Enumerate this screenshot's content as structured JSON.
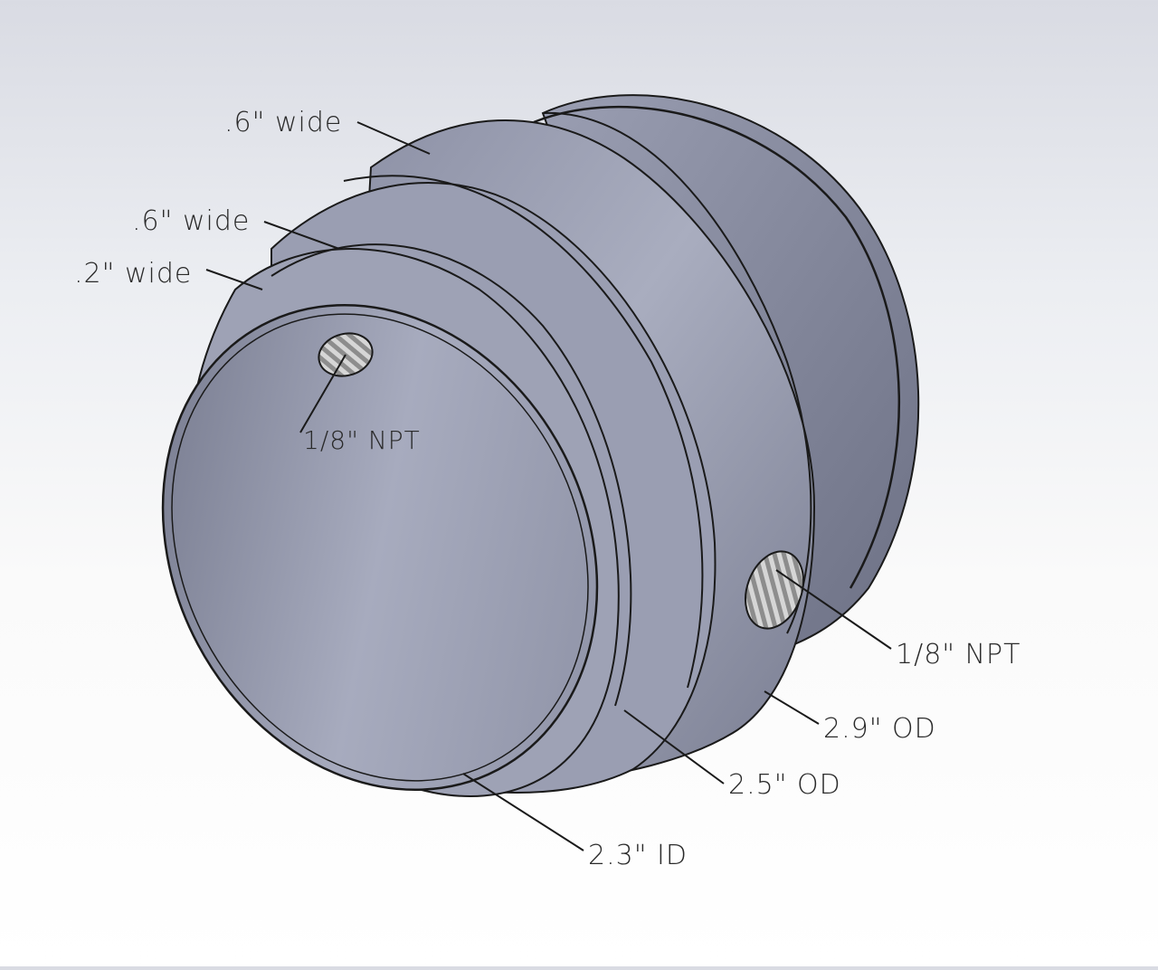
{
  "diagram": {
    "type": "cad-part-isometric",
    "subject": "stepped cylindrical sleeve with threaded ports",
    "colors": {
      "part_light": "#a9adbf",
      "part_mid": "#9599ad",
      "part_dark": "#6f7387",
      "edge": "#1a1a1a",
      "thread": "#c9c9c9",
      "background_top": "#d9dbe3",
      "background_bottom": "#ffffff",
      "label_text": "#2a2a2a"
    }
  },
  "callouts": [
    {
      "id": "top-band-width",
      "label": ".6\" wide"
    },
    {
      "id": "middle-band-width",
      "label": ".6\" wide"
    },
    {
      "id": "lip-width",
      "label": ".2\" wide"
    },
    {
      "id": "inner-port",
      "label": "1/8\" NPT"
    },
    {
      "id": "outer-port",
      "label": "1/8\" NPT"
    },
    {
      "id": "outer-diameter-large",
      "label": "2.9\" OD"
    },
    {
      "id": "outer-diameter-small",
      "label": "2.5\" OD"
    },
    {
      "id": "inner-diameter",
      "label": "2.3\" ID"
    }
  ]
}
